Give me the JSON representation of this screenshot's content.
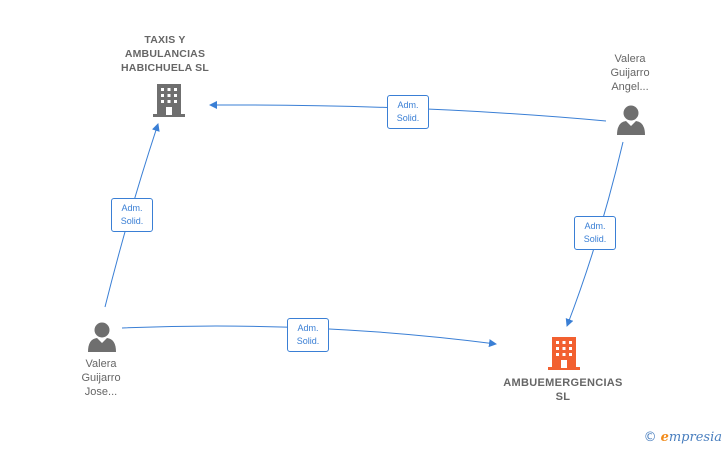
{
  "nodes": {
    "taxis": {
      "label": "TAXIS Y\nAMBULANCIAS\nHABICHUELA SL",
      "type": "company",
      "color": "#666666"
    },
    "ambu": {
      "label": "AMBUEMERGENCIAS\nSL",
      "type": "company",
      "color": "#f26030"
    },
    "angel": {
      "label": "Valera\nGuijarro\nAngel...",
      "type": "person"
    },
    "jose": {
      "label": "Valera\nGuijarro\nJose...",
      "type": "person"
    }
  },
  "edges": [
    {
      "from": "angel",
      "to": "taxis",
      "label": "Adm.\nSolid."
    },
    {
      "from": "jose",
      "to": "taxis",
      "label": "Adm.\nSolid."
    },
    {
      "from": "angel",
      "to": "ambu",
      "label": "Adm.\nSolid."
    },
    {
      "from": "jose",
      "to": "ambu",
      "label": "Adm.\nSolid."
    }
  ],
  "colors": {
    "edge": "#3a7fd5",
    "person": "#6f6f6f"
  },
  "brand": {
    "copyright": "©",
    "name_first": "e",
    "name_rest": "mpresia"
  }
}
